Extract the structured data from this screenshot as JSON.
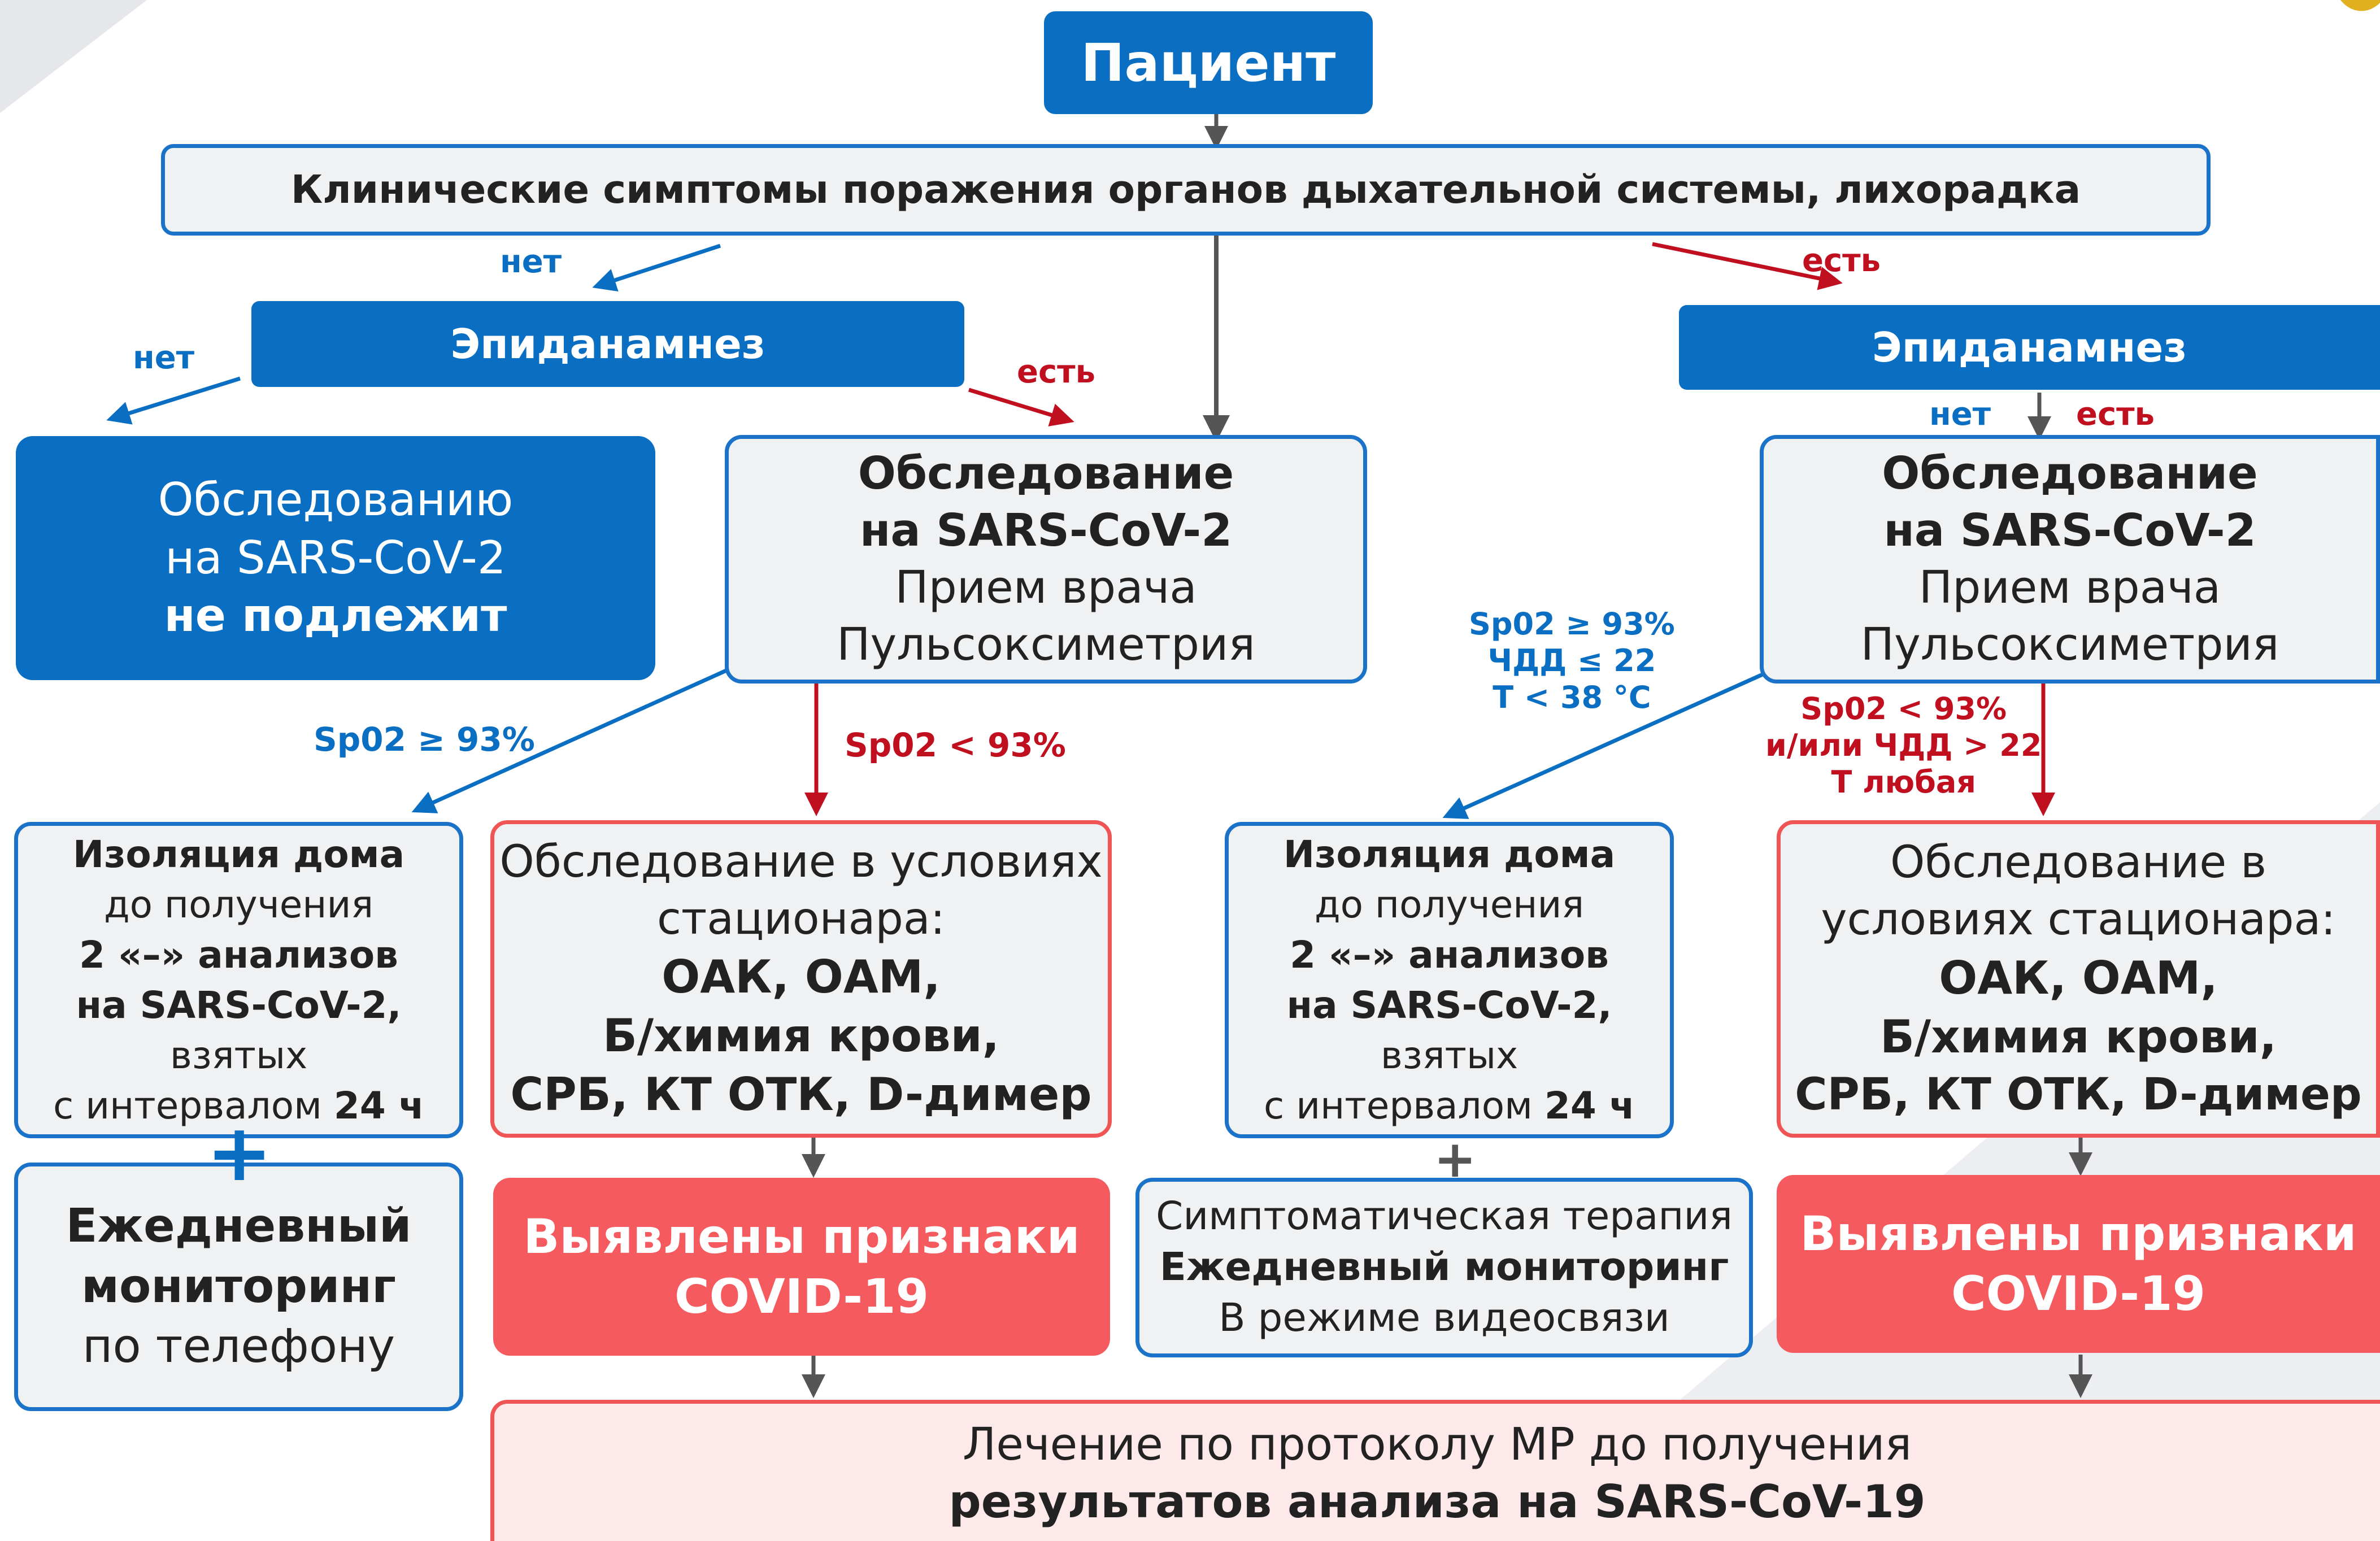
{
  "colors": {
    "primary_blue": "#0a6ec2",
    "alert_red": "#f45a5e",
    "red_label": "#c01020",
    "box_gray": "#f0f1f3",
    "pink_bg": "#fde9ea",
    "arrow_gray": "#555555"
  },
  "icons": {
    "plus": "plus-icon",
    "logo": "emblem-logo"
  },
  "patient": "Пациент",
  "symptoms": "Клинические симптомы поражения органов дыхательной системы, лихорадка",
  "labels": {
    "no": "нет",
    "yes": "есть",
    "spo2_ge_93": "Sp02 ≥ 93%",
    "spo2_lt_93": "Sp02 < 93%",
    "right_stable": [
      "Sp02 ≥ 93%",
      "ЧДД ≤ 22",
      "Т < 38 °С"
    ],
    "right_severe": [
      "Sp02 < 93%",
      "и/или ЧДД > 22",
      "Т любая"
    ]
  },
  "epid_left": "Эпиданамнез",
  "epid_right": "Эпиданамнез",
  "not_subject": {
    "line1": "Обследованию",
    "line2": "на SARS-CoV-2",
    "line3": "не подлежит"
  },
  "exam": {
    "line1": "Обследование",
    "line2": "на SARS-CoV-2",
    "line3": "Прием врача",
    "line4": "Пульсоксиметрия"
  },
  "isolation": {
    "line1": "Изоляция дома",
    "line2": "до получения",
    "line3": "2 «–» анализов",
    "line4": "на SARS-CoV-2,",
    "line5": "взятых",
    "line6_pre": "с интервалом ",
    "line6_bold": "24 ч"
  },
  "hospital_left": {
    "line1": "Обследование в условиях",
    "line2": "стационара:",
    "line3": "ОАК, ОАМ,",
    "line4": "Б/химия крови,",
    "line5": "СРБ, КТ ОТК, D-димер"
  },
  "hospital_right": {
    "line1": "Обследование в",
    "line2": "условиях стационара:",
    "line3": "ОАК, ОАМ,",
    "line4": "Б/химия крови,",
    "line5": "СРБ, КТ ОТК, D-димер"
  },
  "plus_sign": "+",
  "phone_monitoring": {
    "line1": "Ежедневный",
    "line2": "мониторинг",
    "line3": "по телефону"
  },
  "covid_signs": {
    "line1": "Выявлены признаки",
    "line2": "COVID-19"
  },
  "video_monitoring": {
    "line1": "Симптоматическая терапия",
    "line2": "Ежедневный мониторинг",
    "line3": "В режиме видеосвязи"
  },
  "treatment": {
    "line1": "Лечение по протоколу МР до получения",
    "line2": "результатов анализа на SARS-CoV-19"
  }
}
